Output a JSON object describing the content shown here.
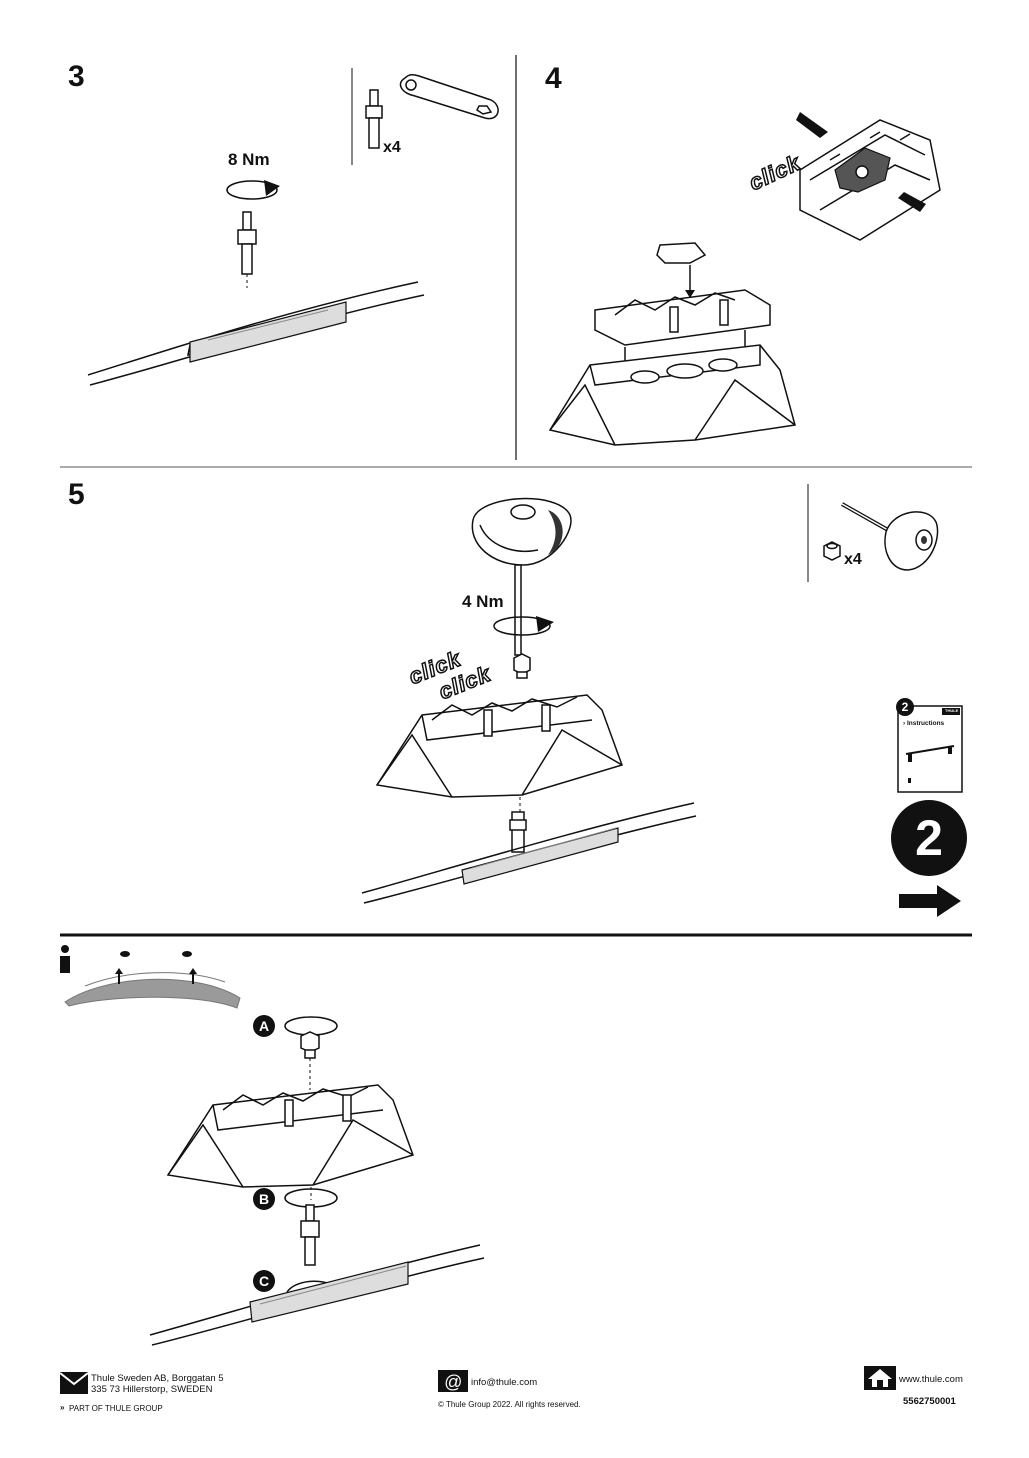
{
  "steps": {
    "s3": {
      "number": "3",
      "torque": "8 Nm",
      "qty": "x4"
    },
    "s4": {
      "number": "4",
      "click": "click"
    },
    "s5": {
      "number": "5",
      "torque": "4 Nm",
      "click1": "click",
      "click2": "click",
      "qty": "x4"
    },
    "info": {
      "icon": "info-icon",
      "labels": [
        "A",
        "B",
        "C"
      ]
    }
  },
  "next": {
    "booklet_number": "2",
    "booklet_label": "› Instructions",
    "brand": "THULE",
    "big_number": "2",
    "arrow": "arrow-right-icon"
  },
  "footer": {
    "address_line1": "Thule Sweden AB, Borggatan 5",
    "address_line2": "335 73 Hillerstorp, SWEDEN",
    "group": "PART OF THULE GROUP",
    "email": "info@thule.com",
    "copyright": "© Thule Group 2022. All rights reserved.",
    "website": "www.thule.com",
    "doc_number": "5562750001"
  }
}
